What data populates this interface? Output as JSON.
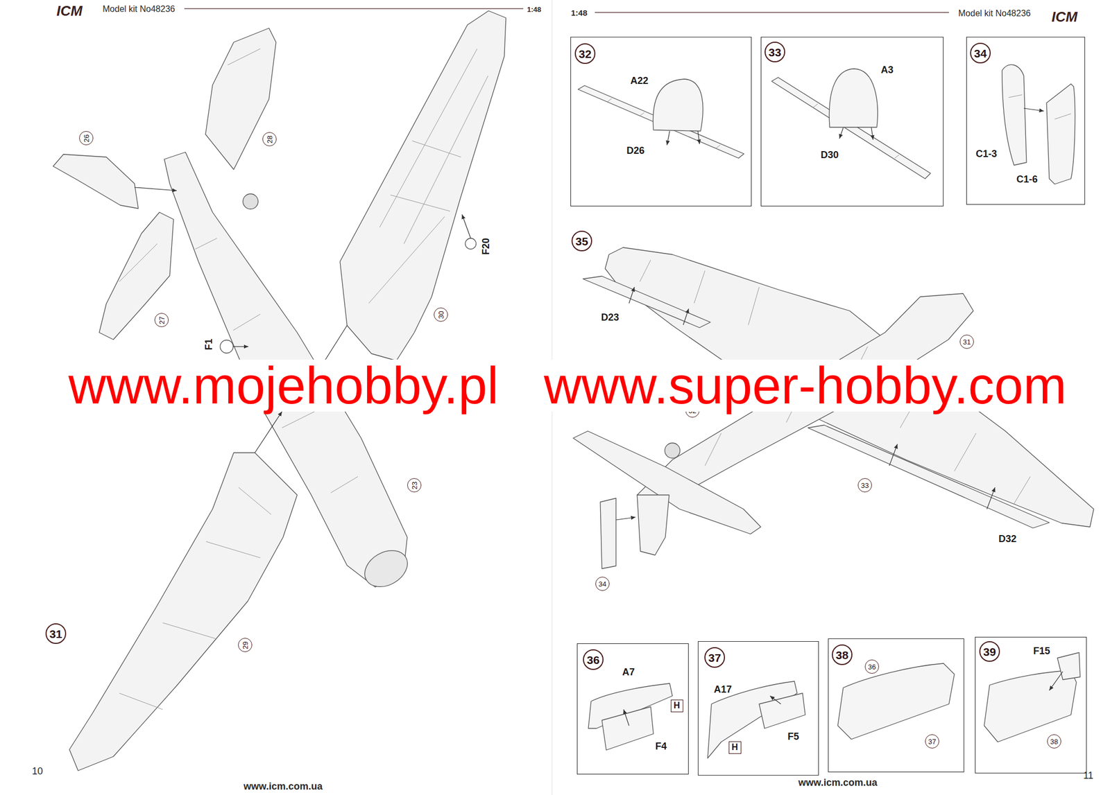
{
  "diagram": {
    "nodes": [
      {
        "text": [
          "26"
        ]
      },
      {
        "text": [
          "28"
        ]
      },
      {
        "text": [
          "27"
        ]
      },
      {
        "text": [
          "30"
        ]
      },
      {
        "text": [
          "23"
        ]
      },
      {
        "text": [
          "29"
        ]
      },
      {
        "text": [
          "31"
        ]
      },
      {
        "text": [
          "A22",
          "D26"
        ]
      },
      {
        "text": [
          "32"
        ],
        "in": 7
      },
      {
        "text": [
          "A3",
          "D30"
        ]
      },
      {
        "text": [
          "33"
        ],
        "in": 9
      },
      {
        "text": [
          "C1-3",
          "C1-6"
        ]
      },
      {
        "text": [
          "34"
        ],
        "in": 11
      },
      {
        "text": [
          "35"
        ]
      },
      {
        "text": [
          "31"
        ]
      },
      {
        "text": [
          "32"
        ]
      },
      {
        "text": [
          "33"
        ]
      },
      {
        "text": [
          "34"
        ]
      },
      {
        "text": [
          "A7",
          "F4"
        ]
      },
      {
        "text": [
          "36"
        ],
        "in": 18
      },
      {
        "text": [
          "H"
        ],
        "in": 18
      },
      {
        "text": [
          "A17",
          "F5"
        ]
      },
      {
        "text": [
          "37"
        ],
        "in": 21
      },
      {
        "text": [
          "H"
        ],
        "in": 21
      },
      {
        "text": []
      },
      {
        "text": [
          "38"
        ],
        "in": 24
      },
      {
        "text": [
          "36"
        ],
        "in": 24
      },
      {
        "text": [
          "37"
        ],
        "in": 24
      },
      {
        "text": [
          "F15"
        ]
      },
      {
        "text": [
          "39"
        ],
        "in": 28
      },
      {
        "text": [
          "38"
        ],
        "in": 28
      }
    ],
    "labels": [
      "ICM",
      "Model kit No48236",
      "1:48",
      "1:48",
      "Model kit No48236",
      "ICM",
      "F20",
      "F1",
      "D23",
      "D32",
      "www.mojehobby.pl",
      "www.super-hobby.com",
      "10",
      "www.icm.com.ua",
      "www.icm.com.ua",
      "11"
    ]
  }
}
